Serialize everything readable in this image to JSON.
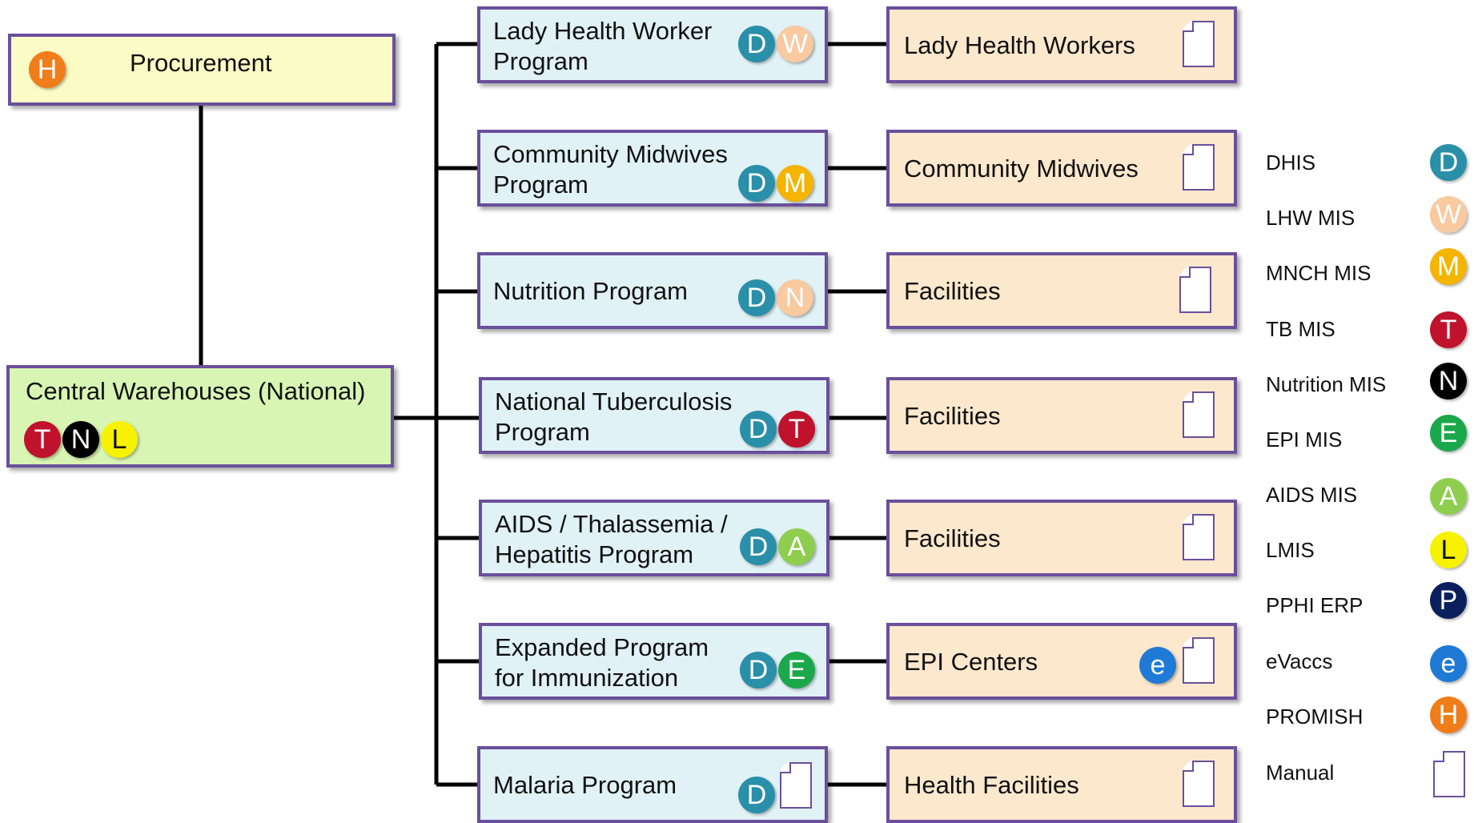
{
  "procurement": {
    "label": "Procurement",
    "badge": "H"
  },
  "warehouse": {
    "label": "Central Warehouses (National)",
    "badges": [
      "T",
      "N",
      "L"
    ]
  },
  "programs": [
    {
      "label": "Lady Health Worker\nProgram",
      "badges": [
        "D",
        "W"
      ]
    },
    {
      "label": "Community Midwives\nProgram",
      "badges": [
        "D",
        "M"
      ]
    },
    {
      "label": "Nutrition Program",
      "badges": [
        "D",
        "N"
      ]
    },
    {
      "label": "National Tuberculosis\nProgram",
      "badges": [
        "D",
        "T"
      ]
    },
    {
      "label": "AIDS / Thalassemia /\nHepatitis Program",
      "badges": [
        "D",
        "A"
      ]
    },
    {
      "label": "Expanded Program\nfor Immunization",
      "badges": [
        "D",
        "E"
      ]
    },
    {
      "label": "Malaria Program",
      "badges": [
        "D"
      ],
      "manual": true
    }
  ],
  "endpoints": [
    {
      "label": "Lady Health Workers"
    },
    {
      "label": "Community Midwives"
    },
    {
      "label": "Facilities"
    },
    {
      "label": "Facilities"
    },
    {
      "label": "Facilities"
    },
    {
      "label": "EPI Centers",
      "badge": "e"
    },
    {
      "label": "Health Facilities"
    }
  ],
  "legend": [
    {
      "label": "DHIS",
      "symbol": "D",
      "color": "#2a8fa8"
    },
    {
      "label": "LHW MIS",
      "symbol": "W",
      "color": "#f9c9a0"
    },
    {
      "label": "MNCH MIS",
      "symbol": "M",
      "color": "#f4b400"
    },
    {
      "label": "TB MIS",
      "symbol": "T",
      "color": "#c0122c"
    },
    {
      "label": "Nutrition MIS",
      "symbol": "N",
      "color": "#000000"
    },
    {
      "label": "EPI MIS",
      "symbol": "E",
      "color": "#1aa84a"
    },
    {
      "label": "AIDS MIS",
      "symbol": "A",
      "color": "#8fcd4f"
    },
    {
      "label": "LMIS",
      "symbol": "L",
      "color": "#f7f200"
    },
    {
      "label": "PPHI ERP",
      "symbol": "P",
      "color": "#0a1f5c"
    },
    {
      "label": "eVaccs",
      "symbol": "e",
      "color": "#1f7ad6"
    },
    {
      "label": "PROMISH",
      "symbol": "H",
      "color": "#f07c1a"
    },
    {
      "label": "Manual",
      "symbol": "manual",
      "color": "#ffffff"
    }
  ]
}
